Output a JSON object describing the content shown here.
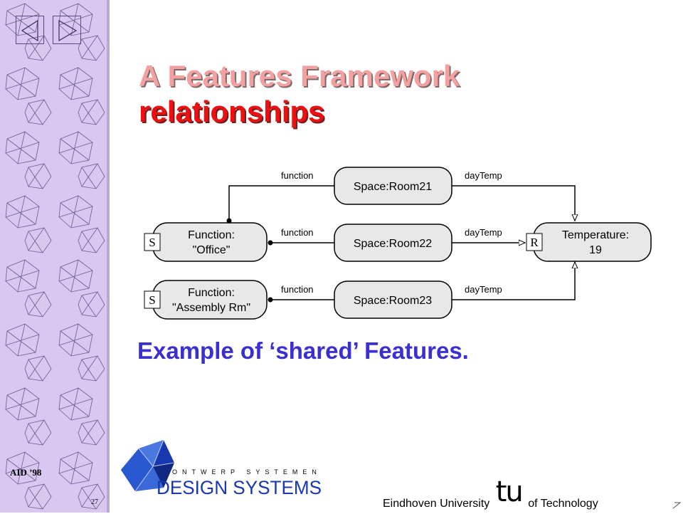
{
  "nav": {
    "prev_icon": "triangle-left-icon",
    "next_icon": "triangle-right-icon"
  },
  "title": {
    "line1": "A Features Framework",
    "line2": "relationships"
  },
  "diagram": {
    "nodes": {
      "function_office": {
        "badge": "S",
        "line1": "Function:",
        "line2": "\"Office\""
      },
      "function_assembly": {
        "badge": "S",
        "line1": "Function:",
        "line2": "\"Assembly Rm\""
      },
      "room21": {
        "label": "Space:Room21"
      },
      "room22": {
        "label": "Space:Room22"
      },
      "room23": {
        "label": "Space:Room23"
      },
      "temperature": {
        "badge": "R",
        "line1": "Temperature:",
        "line2": "19"
      }
    },
    "edges": {
      "function_label": "function",
      "daytemp_label": "dayTemp"
    }
  },
  "caption": "Example of ‘shared’ Features.",
  "footer": {
    "conference": "AID ’98",
    "slide_number": "27",
    "logo_top": "ONTWERP SYSTEMEN",
    "logo_main": "DESIGN SYSTEMS",
    "university_left": "Eindhoven University",
    "university_mark": "tu",
    "university_right": "of Technology"
  },
  "colors": {
    "title_light": "#f4a0a0",
    "title_strong": "#ee1010",
    "caption": "#3a2fd0",
    "sidebar": "#d8c8f0",
    "logo_blue": "#1838b0"
  }
}
